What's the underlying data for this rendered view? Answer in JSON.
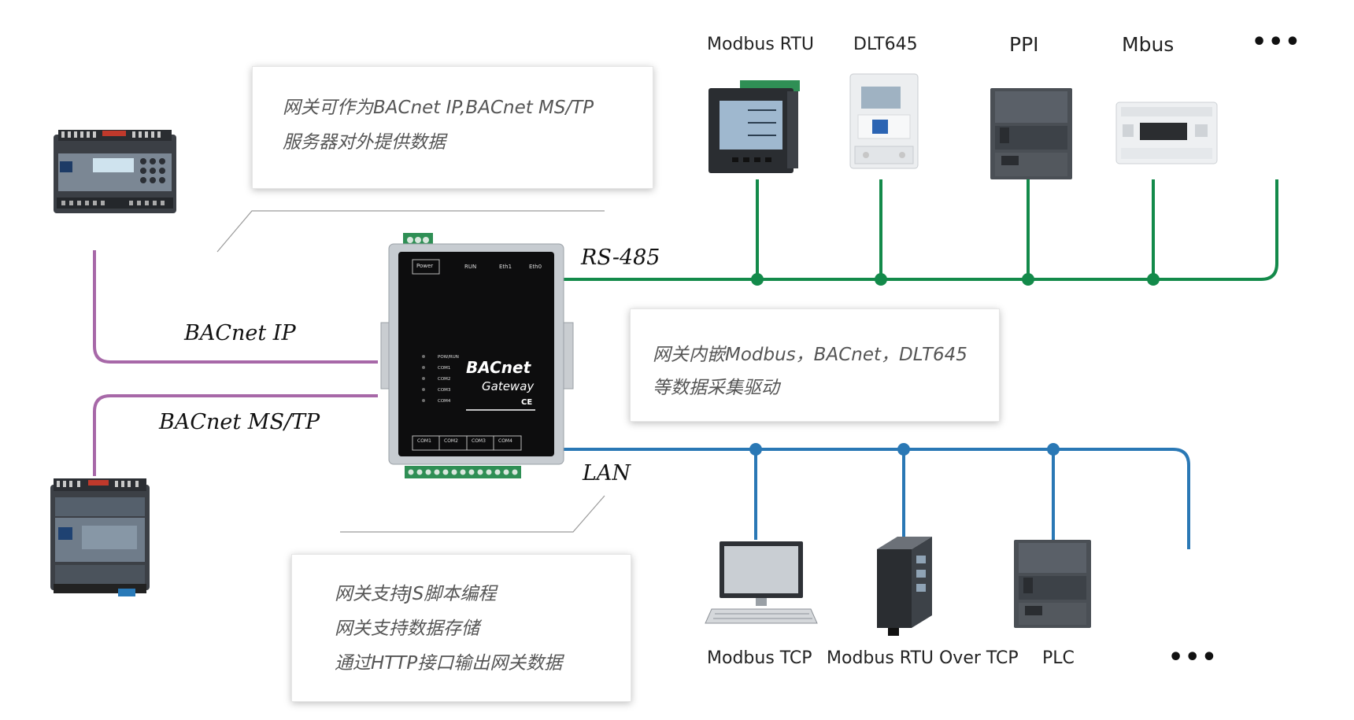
{
  "device_labels_top": {
    "modbus_rtu": "Modbus RTU",
    "dlt645": "DLT645",
    "ppi": "PPI",
    "mbus": "Mbus",
    "more": "•••"
  },
  "device_labels_bottom": {
    "modbus_tcp": "Modbus TCP",
    "modbus_rtu_over_tcp": "Modbus RTU Over TCP",
    "plc": "PLC",
    "more": "•••"
  },
  "bus_labels": {
    "rs485": "RS-485",
    "lan": "LAN",
    "bacnet_ip": "BACnet IP",
    "bacnet_mstp": "BACnet MS/TP"
  },
  "callouts": {
    "top_left": [
      "网关可作为BACnet IP,BACnet MS/TP",
      "服务器对外提供数据"
    ],
    "middle": [
      "网关内嵌Modbus，BACnet，DLT645",
      "等数据采集驱动"
    ],
    "bottom": [
      "网关支持JS脚本编程",
      "网关支持数据存储",
      "通过HTTP接口输出网关数据"
    ]
  },
  "gateway": {
    "brand": "BACnet",
    "subtitle": "Gateway",
    "ce": "CE",
    "top_labels": [
      "Power",
      "RUN",
      "Eth1",
      "Eth0"
    ],
    "led_labels": [
      "POW/RUN",
      "COM1",
      "COM2",
      "COM3",
      "COM4"
    ],
    "port_labels": [
      "COM1",
      "COM2",
      "COM3",
      "COM4"
    ]
  },
  "colors": {
    "rs485": "#138a4a",
    "lan": "#2a78b5",
    "bacnet": "#a768a8"
  }
}
